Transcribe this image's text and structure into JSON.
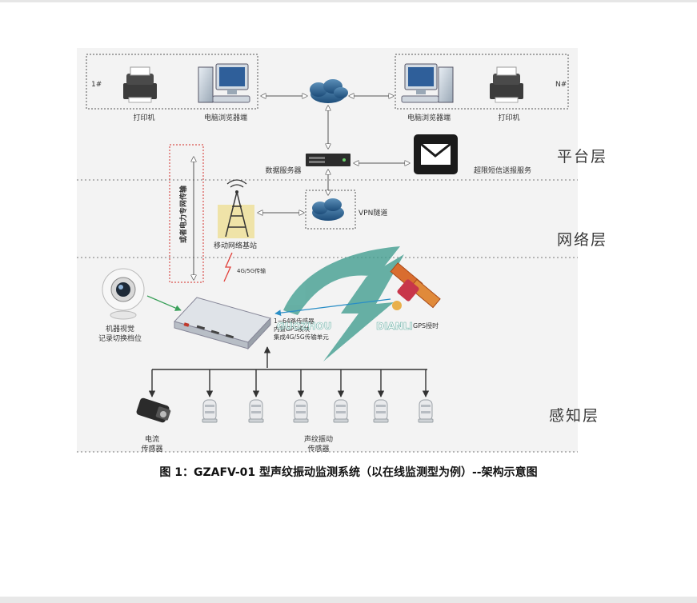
{
  "labels": {
    "node_left": "1#",
    "node_right": "N#",
    "printer_left": "打印机",
    "computer_left": "电脑浏览器端",
    "computer_right": "电脑浏览器端",
    "printer_right": "打印机",
    "data_server": "数据服务器",
    "sms_service": "超限短信送报服务",
    "vpn": "VPN隧道",
    "power_net": "或者电力专网传输",
    "base_station": "移动网络基站",
    "transmission": "4G/5G传输",
    "machine_vision_1": "机器视觉",
    "machine_vision_2": "记录切换档位",
    "gateway_1": "1~64路传感器",
    "gateway_2": "内置GPS模块",
    "gateway_3": "集成4G/5G传输单元",
    "gps_timing": "GPS授时",
    "current_sensor_1": "电流",
    "current_sensor_2": "传感器",
    "acoustic_sensor_1": "声纹振动",
    "acoustic_sensor_2": "传感器",
    "watermark_1": "GUOZHOU",
    "watermark_2": "DIANLI"
  },
  "layers": {
    "platform": "平台层",
    "network": "网络层",
    "perception": "感知层"
  },
  "caption": "图 1：GZAFV-01 型声纹振动监测系统（以在线监测型为例）--架构示意图",
  "colors": {
    "arrow_green": "#3aa05a",
    "arrow_blue": "#2a8ec6",
    "dotted_red": "#d9534f",
    "watermark_teal": "#3f9d8f",
    "antenna_bg": "#efe3a8",
    "bolt_red": "#e2403a"
  }
}
